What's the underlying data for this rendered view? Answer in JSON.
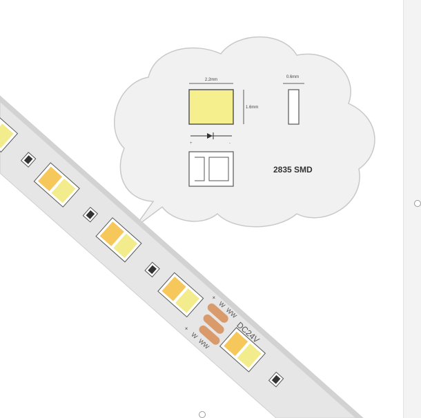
{
  "diagram": {
    "width_label": "2.2mm",
    "height_label": "1.6mm",
    "depth_label": "0.6mm",
    "anode_label": "+",
    "cathode_label": "-",
    "model_label": "2835 SMD"
  },
  "strip": {
    "voltage_label": "DC24V",
    "pad_labels": [
      "+",
      "W",
      "WW",
      "+",
      "W",
      "WW"
    ]
  },
  "colors": {
    "warm_led": "#f6c75a",
    "cool_led": "#f3ec8c",
    "pad": "#d99a6c",
    "strip": "#e4e4e4"
  }
}
